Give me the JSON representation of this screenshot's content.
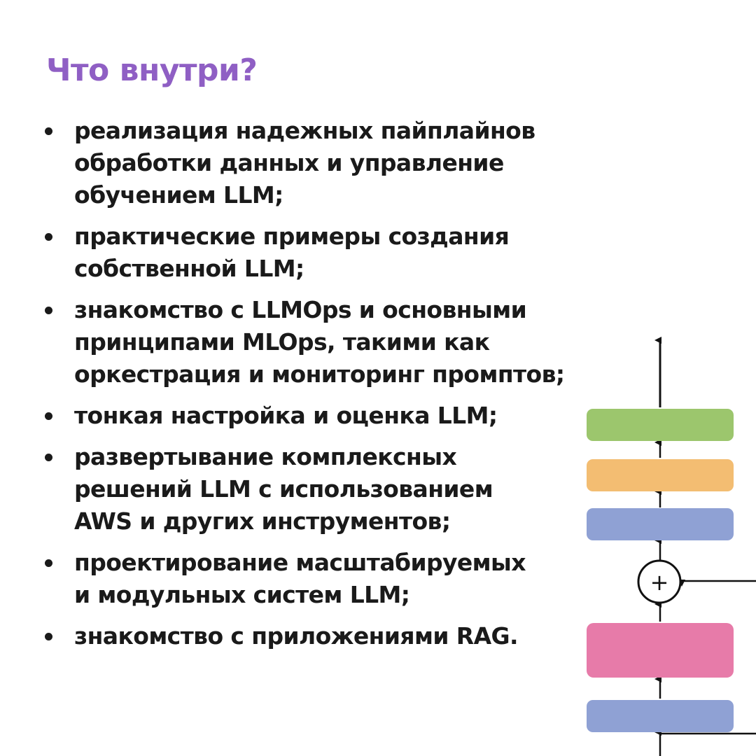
{
  "title": "Что внутри?",
  "colors": {
    "title": "#8f5fc4",
    "text": "#1a1a1a",
    "block_green": "#9cc66d",
    "block_orange": "#f3bd72",
    "block_blue": "#8fa1d4",
    "block_pink": "#e77ba9"
  },
  "bullets": [
    {
      "lines": [
        "реализация надежных пайплайнов",
        "обработки данных и управление",
        "обучением LLM;"
      ]
    },
    {
      "lines": [
        "практические примеры создания",
        "собственной LLM;"
      ]
    },
    {
      "lines": [
        "знакомство с LLMOps и основными",
        "принципами MLOps, такими как",
        "оркестрация и мониторинг промптов;"
      ]
    },
    {
      "lines": [
        "тонкая настройка и оценка LLM;"
      ]
    },
    {
      "lines": [
        "развертывание комплексных",
        "решений LLM с использованием",
        "AWS и других инструментов;"
      ]
    },
    {
      "lines": [
        "проектирование масштабируемых",
        "и модульных систем LLM;"
      ]
    },
    {
      "lines": [
        "знакомство с приложениями RAG."
      ]
    }
  ],
  "diagram": {
    "blocks": [
      "green",
      "orange",
      "blue",
      "add",
      "pink",
      "blue"
    ],
    "add_symbol": "+"
  }
}
